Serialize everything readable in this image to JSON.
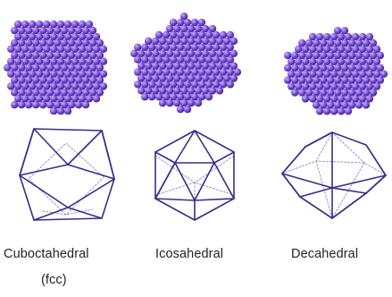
{
  "structures": [
    {
      "name": "Cuboctahedral",
      "subtitle": "(fcc)"
    },
    {
      "name": "Icosahedral",
      "subtitle": ""
    },
    {
      "name": "Decahedral",
      "subtitle": ""
    }
  ],
  "colors": {
    "atom": "#7a4fd8",
    "atom_highlight": "#c9b4ff",
    "atom_shadow": "#3a1f8a",
    "wire_front": "#3d2a8c",
    "wire_back": "#9a8fd0",
    "label_text": "#222222"
  }
}
